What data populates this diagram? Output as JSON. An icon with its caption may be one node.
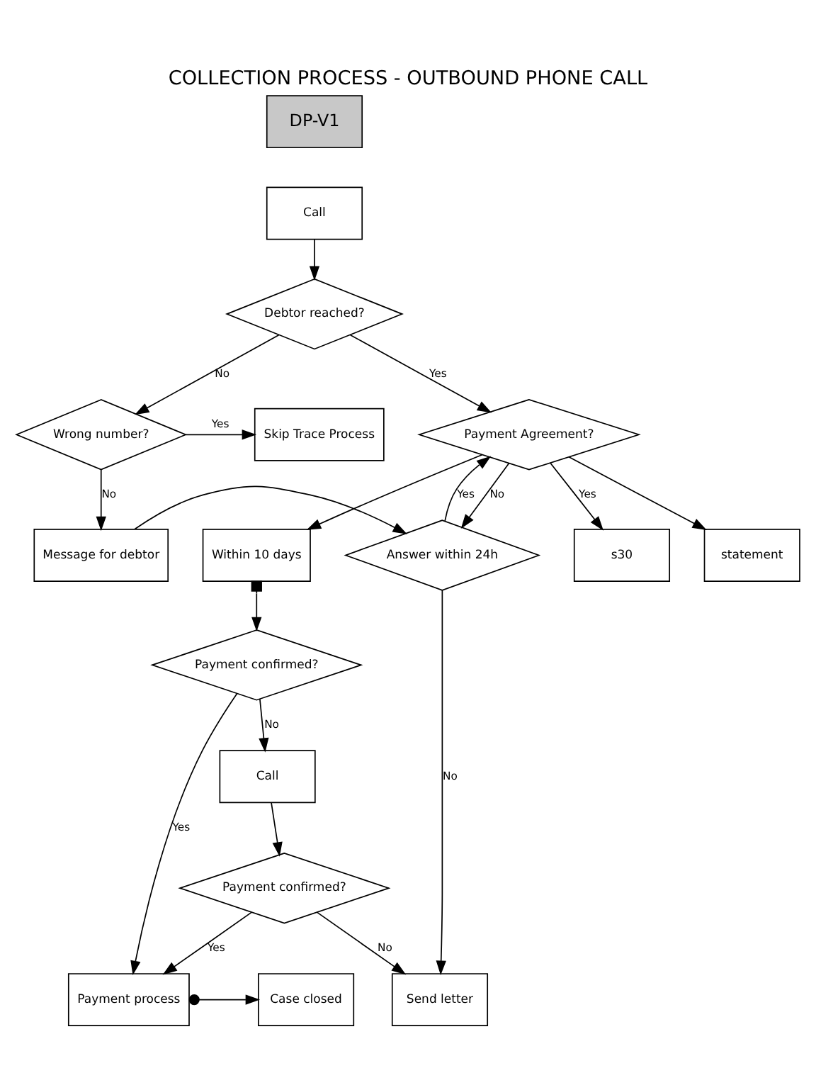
{
  "diagram": {
    "title": "COLLECTION PROCESS - OUTBOUND PHONE CALL",
    "labels": [
      "DP-V1"
    ],
    "nodes": [
      {
        "text": [
          "Call"
        ]
      },
      {
        "text": [
          "Debtor reached?"
        ]
      },
      {
        "text": [
          "Payment Agreement?"
        ]
      },
      {
        "text": [
          "Wrong number?"
        ]
      },
      {
        "text": [
          "Skip Trace Process"
        ]
      },
      {
        "text": [
          "Answer within 24h"
        ]
      },
      {
        "text": [
          "Message for debtor"
        ]
      },
      {
        "text": [
          "Within 10 days"
        ]
      },
      {
        "text": [
          "s30"
        ]
      },
      {
        "text": [
          "statement"
        ]
      },
      {
        "text": [
          "Payment confirmed?"
        ]
      },
      {
        "text": [
          "Payment process"
        ]
      },
      {
        "text": [
          "Case closed"
        ]
      },
      {
        "text": [
          "Call"
        ]
      },
      {
        "text": [
          "Payment confirmed?"
        ]
      },
      {
        "text": [
          "Send letter"
        ]
      }
    ],
    "edges": [
      {
        "from": 0,
        "to": 1,
        "arrow": "to"
      },
      {
        "from": 1,
        "to": 2,
        "arrow": "to",
        "label": "Yes"
      },
      {
        "from": 1,
        "to": 3,
        "arrow": "to",
        "label": "No"
      },
      {
        "from": 3,
        "to": 4,
        "arrow": "to",
        "label": "Yes"
      },
      {
        "from": 3,
        "to": 6,
        "arrow": "to",
        "label": "No"
      },
      {
        "from": 2,
        "to": 5,
        "arrow": "to",
        "label": "No"
      },
      {
        "from": 6,
        "to": 5,
        "arrow": "to"
      },
      {
        "from": 5,
        "to": 2,
        "arrow": "to",
        "label": "Yes"
      },
      {
        "from": 2,
        "to": 7,
        "arrow": "to"
      },
      {
        "from": 2,
        "to": 8,
        "arrow": "to",
        "label": "Yes"
      },
      {
        "from": 2,
        "to": 9,
        "arrow": "to"
      },
      {
        "from": 5,
        "to": 15,
        "arrow": "to",
        "label": "No"
      },
      {
        "from": 7,
        "to": 10,
        "arrow": "to"
      },
      {
        "from": 10,
        "to": 11,
        "arrow": "to",
        "label": "Yes"
      },
      {
        "from": 10,
        "to": 13,
        "arrow": "to",
        "label": "No"
      },
      {
        "from": 11,
        "to": 12,
        "arrow": "to"
      },
      {
        "from": 13,
        "to": 14,
        "arrow": "to"
      },
      {
        "from": 14,
        "to": 11,
        "arrow": "to",
        "label": "Yes"
      },
      {
        "from": 14,
        "to": 15,
        "arrow": "to",
        "label": "No"
      }
    ]
  }
}
